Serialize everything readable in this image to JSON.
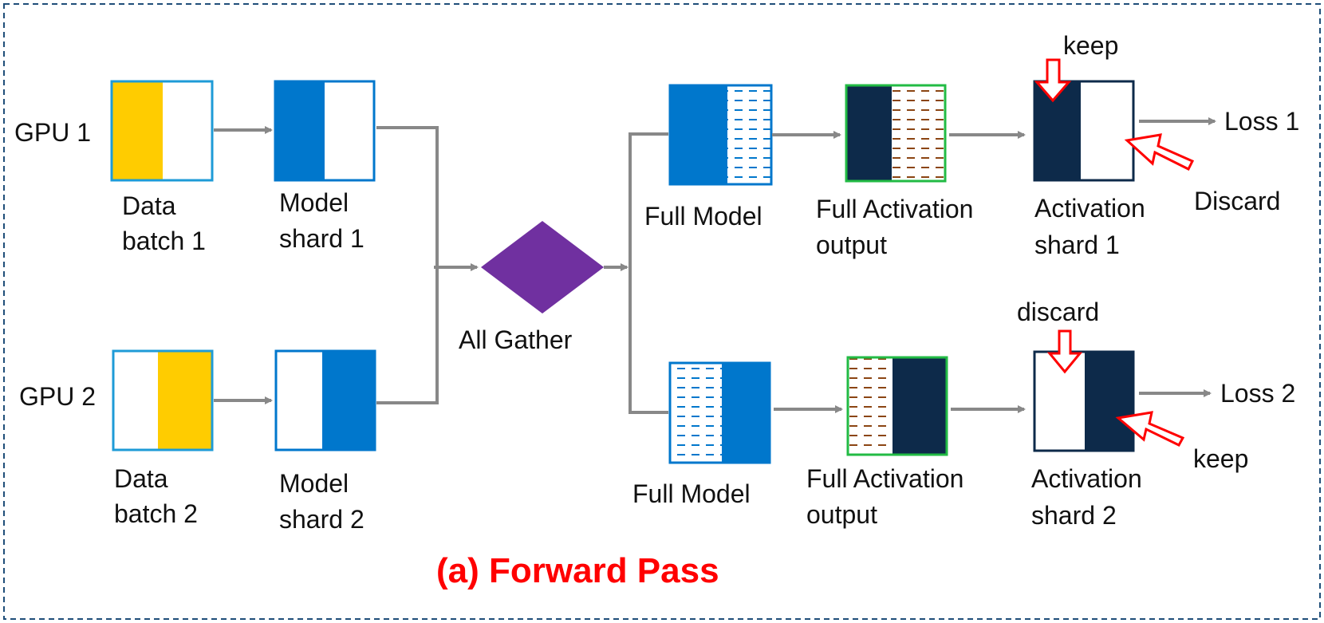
{
  "title": "(a) Forward Pass",
  "colors": {
    "data_yellow": "#ffcc00",
    "model_blue": "#0077cc",
    "activation_navy": "#0d2a4a",
    "gather_purple": "#7030a0",
    "activation_green_border": "#22bb44",
    "activation_hatch": "#8b4513",
    "arrow_gray": "#888888",
    "callout_red": "#ff0000",
    "frame_dashed": "#1f4e79"
  },
  "gpu1": {
    "label": "GPU 1",
    "data_label": [
      "Data",
      "batch 1"
    ],
    "model_label": [
      "Model",
      "shard 1"
    ],
    "full_model_label": "Full Model",
    "full_activation_label": [
      "Full Activation",
      "output"
    ],
    "activation_shard_label": [
      "Activation",
      "shard 1"
    ],
    "top_callout": "keep",
    "side_callout": "Discard",
    "loss_label": "Loss 1"
  },
  "gpu2": {
    "label": "GPU 2",
    "data_label": [
      "Data",
      "batch 2"
    ],
    "model_label": [
      "Model",
      "shard 2"
    ],
    "full_model_label": "Full Model",
    "full_activation_label": [
      "Full Activation",
      "output"
    ],
    "activation_shard_label": [
      "Activation",
      "shard 2"
    ],
    "top_callout": "discard",
    "side_callout": "keep",
    "loss_label": "Loss 2"
  },
  "all_gather_label": "All Gather"
}
